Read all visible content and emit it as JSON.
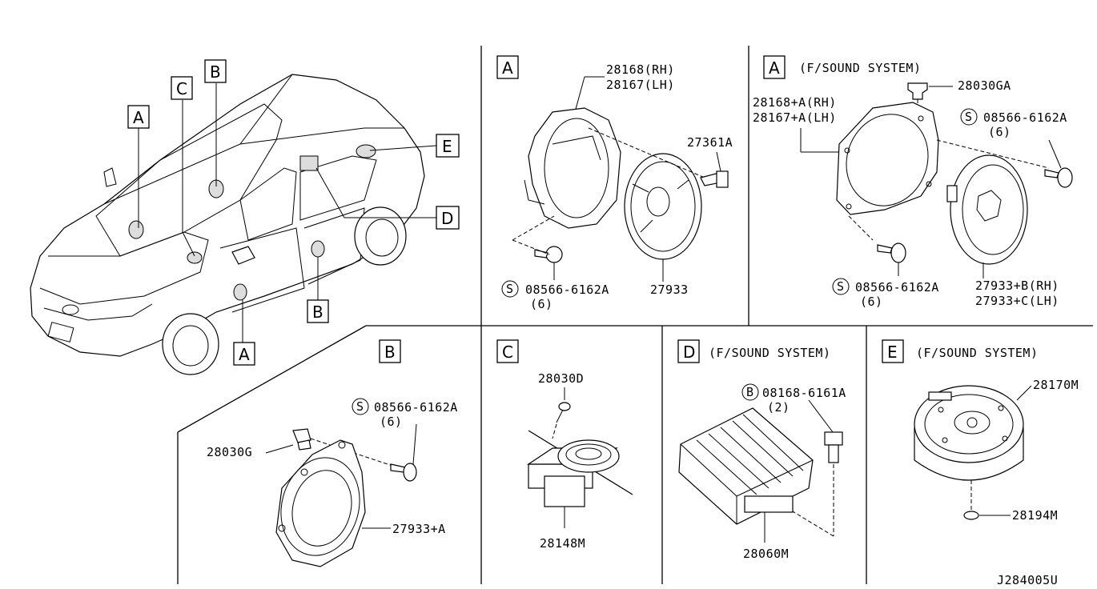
{
  "car": {
    "callouts": [
      "A",
      "C",
      "B",
      "E",
      "D",
      "B",
      "A"
    ]
  },
  "panel_a": {
    "letter": "A",
    "label_rh": "28168(RH)",
    "label_lh": "28167(LH)",
    "label_screw": "27361A",
    "label_bolt": "08566-6162A",
    "label_bolt_qty": "(6)",
    "label_speaker": "27933",
    "s_symbol": "S"
  },
  "panel_a2": {
    "letter": "A",
    "title": "(F/SOUND SYSTEM)",
    "label_clip": "28030GA",
    "label_rh": "28168+A(RH)",
    "label_lh": "28167+A(LH)",
    "label_bolt_top": "08566-6162A",
    "label_bolt_top_qty": "(6)",
    "label_bolt_bottom": "08566-6162A",
    "label_bolt_bottom_qty": "(6)",
    "label_speaker_rh": "27933+B(RH)",
    "label_speaker_lh": "27933+C(LH)",
    "s_symbol": "S"
  },
  "panel_b": {
    "letter": "B",
    "label_bolt": "08566-6162A",
    "label_bolt_qty": "(6)",
    "label_clip": "28030G",
    "label_speaker": "27933+A",
    "s_symbol": "S"
  },
  "panel_c": {
    "letter": "C",
    "label_screw": "28030D",
    "label_speaker": "28148M"
  },
  "panel_d": {
    "letter": "D",
    "title": "(F/SOUND SYSTEM)",
    "label_bolt": "08168-6161A",
    "label_bolt_qty": "(2)",
    "label_amp": "28060M",
    "b_symbol": "B"
  },
  "panel_e": {
    "letter": "E",
    "title": "(F/SOUND SYSTEM)",
    "label_sub": "28170M",
    "label_nut": "28194M"
  },
  "diagram_id": "J284005U"
}
